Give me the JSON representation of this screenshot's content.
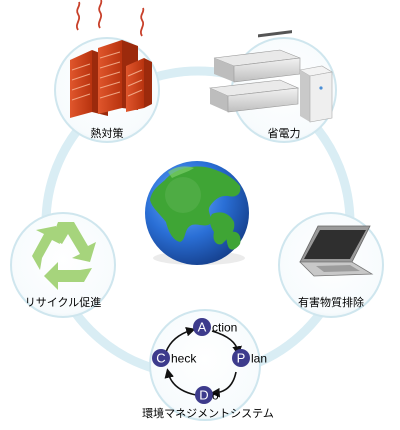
{
  "diagram": {
    "center": {
      "name": "globe"
    },
    "nodes": [
      {
        "id": "heat",
        "label": "熱対策",
        "icon": "factory-building-icon"
      },
      {
        "id": "power",
        "label": "省電力",
        "icon": "server-icon"
      },
      {
        "id": "hazard",
        "label": "有害物質排除",
        "icon": "laptop-icon"
      },
      {
        "id": "ems",
        "label": "環境マネジメントシステム",
        "icon": "pdca-cycle-icon"
      },
      {
        "id": "recycle",
        "label": "リサイクル促進",
        "icon": "recycle-icon"
      }
    ],
    "pdca": {
      "A": {
        "letter": "A",
        "rest": "ction"
      },
      "P": {
        "letter": "P",
        "rest": "lan"
      },
      "D": {
        "letter": "D",
        "rest": "o"
      },
      "C": {
        "letter": "C",
        "rest": "heck"
      }
    },
    "colors": {
      "ring": "#d6ecf3",
      "circle_fill": "#ffffff",
      "circle_stroke": "#c9e3ec",
      "ocean": "#2a6fd6",
      "land": "#3fa535",
      "brick": "#d5441d",
      "recycle": "#a4d27a",
      "pdca_node": "#3d3b8c"
    }
  }
}
